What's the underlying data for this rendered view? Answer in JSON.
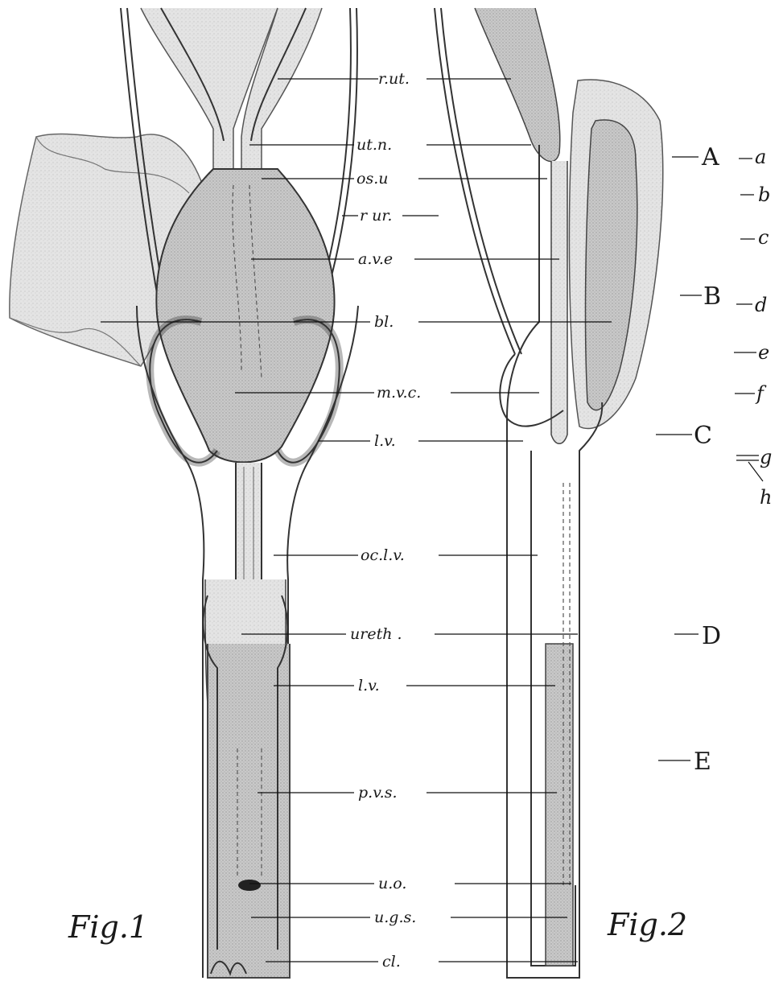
{
  "figure_1_label": "Fig.1",
  "figure_2_label": "Fig.2",
  "labels": {
    "r_ut": "r.ut.",
    "ut_n": "ut.n.",
    "os_u": "os.u",
    "r_ur": "r ur.",
    "a_v_e": "a.v.e",
    "bl": "bl.",
    "m_v_c": "m.v.c.",
    "l_v_upper": "l.v.",
    "oc_l_v": "oc.l.v.",
    "ureth": "ureth .",
    "l_v_lower": "l.v.",
    "p_v_s": "p.v.s.",
    "u_o": "u.o.",
    "u_g_s": "u.g.s.",
    "cl": "cl."
  },
  "regions": [
    "A",
    "B",
    "C",
    "D",
    "E"
  ],
  "levels": [
    "a",
    "b",
    "c",
    "d",
    "e",
    "f",
    "g",
    "h"
  ]
}
